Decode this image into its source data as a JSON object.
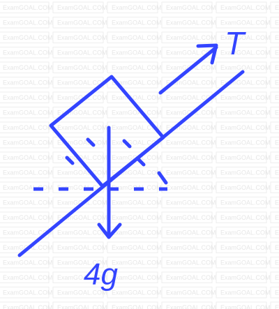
{
  "watermark": {
    "text": "ExamGOAL.COM"
  },
  "labels": {
    "tension": "T",
    "weight": "4g"
  },
  "colors": {
    "ink": "#3344ff",
    "watermark": "#e6e6e6",
    "background": "#ffffff"
  }
}
